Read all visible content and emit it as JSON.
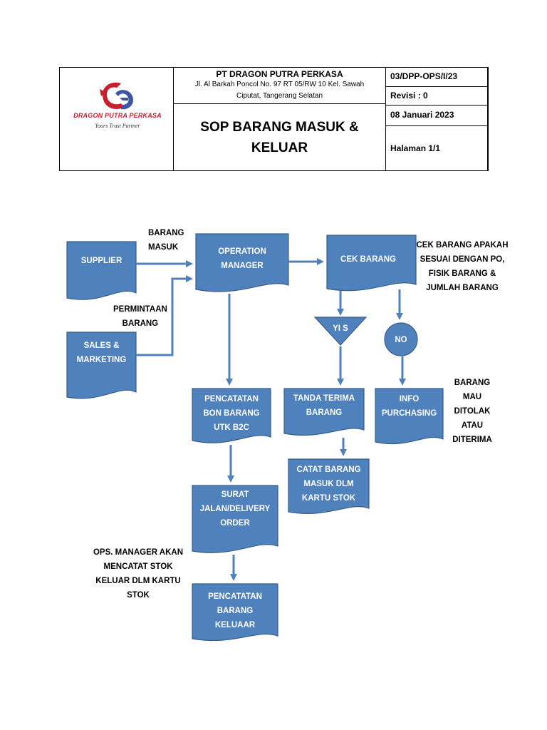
{
  "header": {
    "logo": {
      "name": "DRAGON PUTRA PERKASA",
      "tagline": "Yours Trust Partner"
    },
    "company": "PT DRAGON PUTRA PERKASA",
    "address_line1": "Jl. Al Barkah Poncol No. 97 RT 05/RW 10 Kel. Sawah",
    "address_line2": "Ciputat, Tangerang Selatan",
    "title_line1": "SOP BARANG MASUK &",
    "title_line2": "KELUAR",
    "doc_number": "03/DPP-OPS/I/23",
    "revision": "Revisi : 0",
    "date": "08 Januari 2023",
    "page": "Halaman 1/1"
  },
  "diagram": {
    "colors": {
      "fill": "#4f81bd",
      "stroke": "#385d8a",
      "arrow": "#4f81bd"
    },
    "nodes": {
      "supplier": [
        "SUPPLIER"
      ],
      "sales": [
        "SALES &",
        "MARKETING"
      ],
      "operation_manager": [
        "OPERATION",
        "MANAGER"
      ],
      "cek_barang": [
        "CEK BARANG"
      ],
      "yes": [
        "YI S"
      ],
      "no": [
        "NO"
      ],
      "pencatatan_bon": [
        "PENCATATAN",
        "BON BARANG",
        "UTK B2C"
      ],
      "tanda_terima": [
        "TANDA TERIMA",
        "BARANG"
      ],
      "info_purchasing": [
        "INFO",
        "PURCHASING"
      ],
      "catat_barang": [
        "CATAT BARANG",
        "MASUK DLM",
        "KARTU STOK"
      ],
      "surat_jalan": [
        "SURAT",
        "JALAN/DELIVERY",
        "ORDER"
      ],
      "pencatatan_keluar": [
        "PENCATATAN",
        "BARANG",
        "KELUAAR"
      ]
    },
    "notes": {
      "barang_masuk": [
        "BARANG",
        "MASUK"
      ],
      "permintaan": [
        "PERMINTAAN",
        "BARANG"
      ],
      "cek_note": [
        "CEK BARANG APAKAH",
        "SESUAI DENGAN PO,",
        "FISIK BARANG &",
        "JUMLAH BARANG"
      ],
      "ditolak_note": [
        "BARANG",
        "MAU",
        "DITOLAK",
        "ATAU",
        "DITERIMA"
      ],
      "ops_note": [
        "OPS. MANAGER AKAN",
        "MENCATAT STOK",
        "KELUAR DLM KARTU",
        "STOK"
      ]
    }
  }
}
